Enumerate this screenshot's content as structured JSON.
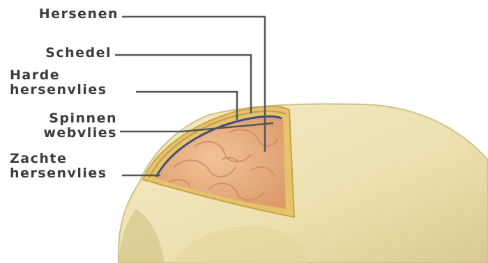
{
  "labels": {
    "hersenen": "Hersenen",
    "schedel": "Schedel",
    "harde_line1": "Harde",
    "harde_line2": "hersenvlies",
    "spinnen_line1": "Spinnen",
    "spinnen_line2": "webvlies",
    "zachte_line1": "Zachte",
    "zachte_line2": "hersenvlies"
  },
  "colors": {
    "skull": "#ece2b0",
    "skull_shadow": "#d8c98e",
    "bone_cut": "#e7c46f",
    "brain": "#eab283",
    "brain_fold": "#d99362",
    "arachnoid": "#3e4f7a",
    "dura": "#c9a55a",
    "leader_line": "#555555"
  }
}
